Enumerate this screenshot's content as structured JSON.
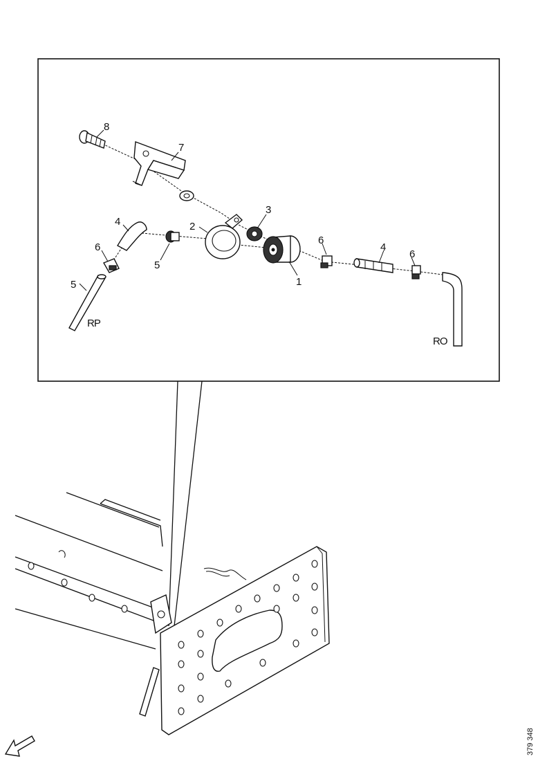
{
  "labels": {
    "n8": "8",
    "n7": "7",
    "n3": "3",
    "n2": "2",
    "n4_left": "4",
    "n6_left": "6",
    "n5_mid": "5",
    "n5_left": "5",
    "n1": "1",
    "n6_right": "6",
    "n4_right": "4",
    "n6_far": "6"
  },
  "codes": {
    "left_hose": "RP",
    "right_hose": "RO"
  },
  "reference_number": "379 348",
  "icons": {
    "direction_arrow": "arrow-icon"
  }
}
